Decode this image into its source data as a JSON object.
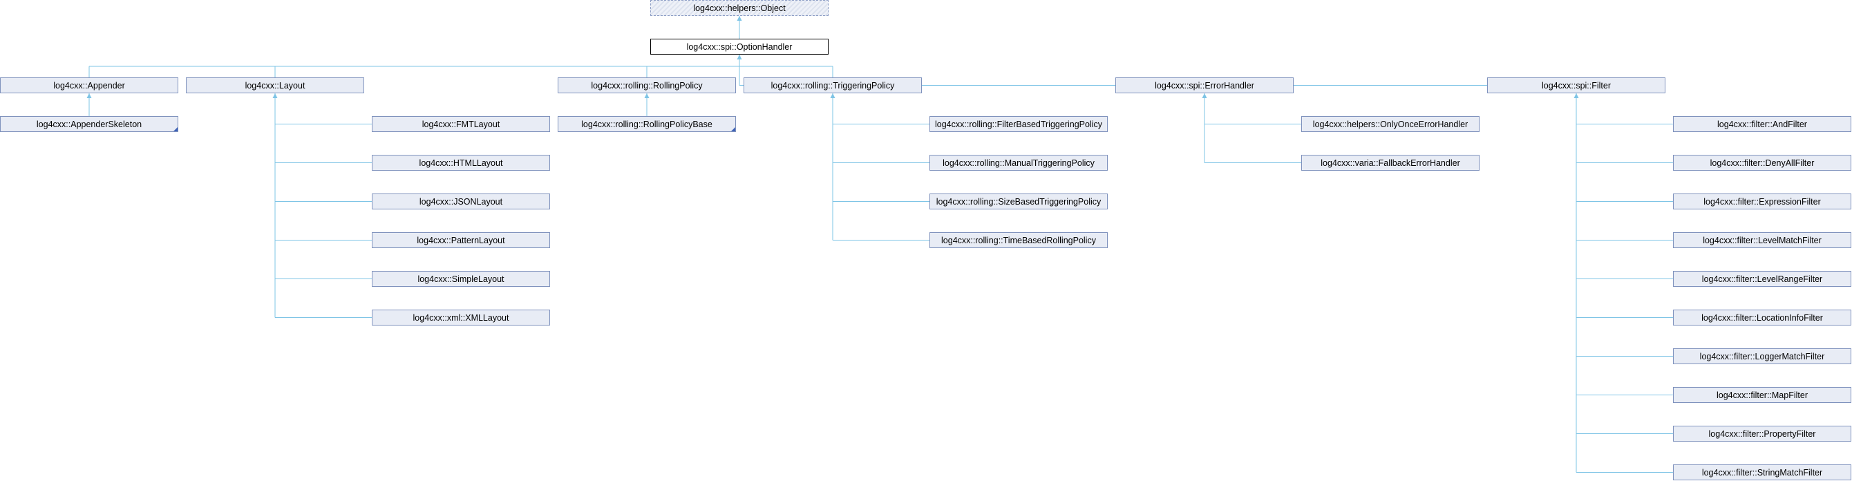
{
  "diagram": {
    "title": "",
    "nodes": [
      {
        "id": "object",
        "label": "log4cxx::helpers::Object",
        "style": "ghost"
      },
      {
        "id": "optionhandler",
        "label": "log4cxx::spi::OptionHandler",
        "style": "current"
      },
      {
        "id": "appender",
        "label": "log4cxx::Appender"
      },
      {
        "id": "layout",
        "label": "log4cxx::Layout"
      },
      {
        "id": "rollingpolicy",
        "label": "log4cxx::rolling::RollingPolicy"
      },
      {
        "id": "triggeringpolicy",
        "label": "log4cxx::rolling::TriggeringPolicy"
      },
      {
        "id": "errorhandler",
        "label": "log4cxx::spi::ErrorHandler"
      },
      {
        "id": "filter",
        "label": "log4cxx::spi::Filter"
      },
      {
        "id": "appenderskeleton",
        "label": "log4cxx::AppenderSkeleton",
        "truncated": true
      },
      {
        "id": "rollingpolicybase",
        "label": "log4cxx::rolling::RollingPolicyBase",
        "truncated": true
      },
      {
        "id": "fmtlayout",
        "label": "log4cxx::FMTLayout"
      },
      {
        "id": "htmllayout",
        "label": "log4cxx::HTMLLayout"
      },
      {
        "id": "jsonlayout",
        "label": "log4cxx::JSONLayout"
      },
      {
        "id": "patternlayout",
        "label": "log4cxx::PatternLayout"
      },
      {
        "id": "simplelayout",
        "label": "log4cxx::SimpleLayout"
      },
      {
        "id": "xmllayout",
        "label": "log4cxx::xml::XMLLayout"
      },
      {
        "id": "filterbased",
        "label": "log4cxx::rolling::FilterBasedTriggeringPolicy"
      },
      {
        "id": "manualtrig",
        "label": "log4cxx::rolling::ManualTriggeringPolicy"
      },
      {
        "id": "sizebased",
        "label": "log4cxx::rolling::SizeBasedTriggeringPolicy"
      },
      {
        "id": "timebased",
        "label": "log4cxx::rolling::TimeBasedRollingPolicy"
      },
      {
        "id": "onlyonce",
        "label": "log4cxx::helpers::OnlyOnceErrorHandler"
      },
      {
        "id": "fallback",
        "label": "log4cxx::varia::FallbackErrorHandler"
      },
      {
        "id": "andfilter",
        "label": "log4cxx::filter::AndFilter"
      },
      {
        "id": "denyall",
        "label": "log4cxx::filter::DenyAllFilter"
      },
      {
        "id": "expression",
        "label": "log4cxx::filter::ExpressionFilter"
      },
      {
        "id": "levelmatch",
        "label": "log4cxx::filter::LevelMatchFilter"
      },
      {
        "id": "levelrange",
        "label": "log4cxx::filter::LevelRangeFilter"
      },
      {
        "id": "locationinfo",
        "label": "log4cxx::filter::LocationInfoFilter"
      },
      {
        "id": "loggermatch",
        "label": "log4cxx::filter::LoggerMatchFilter"
      },
      {
        "id": "mapfilter",
        "label": "log4cxx::filter::MapFilter"
      },
      {
        "id": "propertyfilter",
        "label": "log4cxx::filter::PropertyFilter"
      },
      {
        "id": "stringmatch",
        "label": "log4cxx::filter::StringMatchFilter"
      }
    ],
    "edges": [
      [
        "optionhandler",
        "object"
      ],
      [
        "appender",
        "optionhandler"
      ],
      [
        "layout",
        "optionhandler"
      ],
      [
        "rollingpolicy",
        "optionhandler"
      ],
      [
        "triggeringpolicy",
        "optionhandler"
      ],
      [
        "errorhandler",
        "optionhandler"
      ],
      [
        "filter",
        "optionhandler"
      ],
      [
        "appenderskeleton",
        "appender"
      ],
      [
        "rollingpolicybase",
        "rollingpolicy"
      ],
      [
        "fmtlayout",
        "layout"
      ],
      [
        "htmllayout",
        "layout"
      ],
      [
        "jsonlayout",
        "layout"
      ],
      [
        "patternlayout",
        "layout"
      ],
      [
        "simplelayout",
        "layout"
      ],
      [
        "xmllayout",
        "layout"
      ],
      [
        "filterbased",
        "triggeringpolicy"
      ],
      [
        "manualtrig",
        "triggeringpolicy"
      ],
      [
        "sizebased",
        "triggeringpolicy"
      ],
      [
        "timebased",
        "triggeringpolicy"
      ],
      [
        "onlyonce",
        "errorhandler"
      ],
      [
        "fallback",
        "errorhandler"
      ],
      [
        "andfilter",
        "filter"
      ],
      [
        "denyall",
        "filter"
      ],
      [
        "expression",
        "filter"
      ],
      [
        "levelmatch",
        "filter"
      ],
      [
        "levelrange",
        "filter"
      ],
      [
        "locationinfo",
        "filter"
      ],
      [
        "loggermatch",
        "filter"
      ],
      [
        "mapfilter",
        "filter"
      ],
      [
        "propertyfilter",
        "filter"
      ],
      [
        "stringmatch",
        "filter"
      ]
    ],
    "colors": {
      "edge": "#7ec4e6",
      "node_fill": "#e8ecf5",
      "node_border": "#7f92bd",
      "current_border": "#000000",
      "ghost_border": "#8e9fc6",
      "corner_marker": "#3d62b7"
    }
  }
}
